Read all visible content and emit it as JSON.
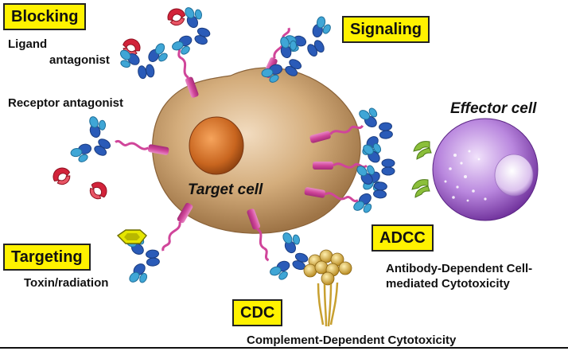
{
  "sections": {
    "blocking": "Blocking",
    "signaling": "Signaling",
    "targeting": "Targeting",
    "adcc": "ADCC",
    "cdc": "CDC"
  },
  "labels": {
    "ligand_1": "Ligand",
    "ligand_2": "antagonist",
    "receptor_antagonist": "Receptor antagonist",
    "toxin_radiation": "Toxin/radiation",
    "adcc_desc_1": "Antibody-Dependent Cell-",
    "adcc_desc_2": "mediated Cytotoxicity",
    "cdc_desc": "Complement-Dependent Cytotoxicity"
  },
  "cells": {
    "target": "Target cell",
    "effector": "Effector cell"
  },
  "colors": {
    "callout_fill": "#fff200",
    "target_cell": "#c9a06a",
    "target_nucleus": "#c8651f",
    "receptor": "#d0459a",
    "antibody_heavy": "#2a5bb8",
    "antibody_light": "#3fa6d6",
    "ligand": "#d2233a",
    "effector_cell": "#a35fd0",
    "fc_receptor": "#8bbf3a",
    "toxin": "#e6e600",
    "complement": "#d8b040"
  }
}
